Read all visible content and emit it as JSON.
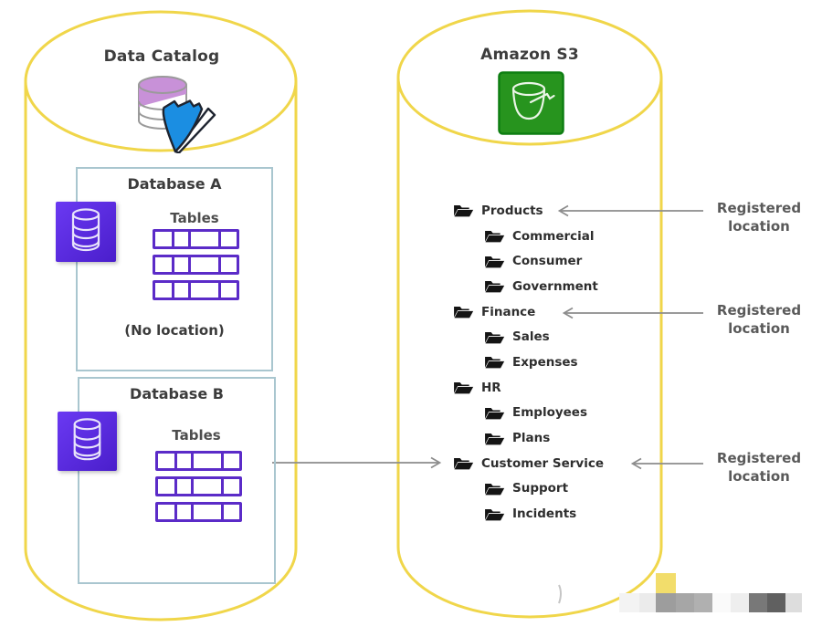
{
  "diagram": {
    "catalog": {
      "title": "Data Catalog",
      "database_a": {
        "title": "Database A",
        "tables_label": "Tables",
        "location_note": "(No location)"
      },
      "database_b": {
        "title": "Database B",
        "tables_label": "Tables"
      }
    },
    "s3": {
      "title": "Amazon S3",
      "folders": [
        {
          "name": "Products",
          "level": 0,
          "registered": true
        },
        {
          "name": "Commercial",
          "level": 1,
          "registered": false
        },
        {
          "name": "Consumer",
          "level": 1,
          "registered": false
        },
        {
          "name": "Government",
          "level": 1,
          "registered": false
        },
        {
          "name": "Finance",
          "level": 0,
          "registered": true
        },
        {
          "name": "Sales",
          "level": 1,
          "registered": false
        },
        {
          "name": "Expenses",
          "level": 1,
          "registered": false
        },
        {
          "name": "HR",
          "level": 0,
          "registered": false
        },
        {
          "name": "Employees",
          "level": 1,
          "registered": false
        },
        {
          "name": "Plans",
          "level": 1,
          "registered": false
        },
        {
          "name": "Customer Service",
          "level": 0,
          "registered": true
        },
        {
          "name": "Support",
          "level": 1,
          "registered": false
        },
        {
          "name": "Incidents",
          "level": 1,
          "registered": false
        }
      ]
    },
    "annotations": {
      "registered_label": "Registered location"
    },
    "colors": {
      "cylinder_yellow": "#F0D64A",
      "box_border_blue": "#A9C6CF",
      "table_purple": "#5B2BC8",
      "db_icon_purple_start": "#6A39F2",
      "db_icon_purple_end": "#4A1ECB",
      "s3_green": "#27941E",
      "s3_green_border": "#0E7E12",
      "folder_black": "#141414",
      "arrow_gray": "#8C8C8C",
      "catalog_plum": "#C891D8",
      "catalog_folder_blue": "#1B8EE2"
    }
  }
}
